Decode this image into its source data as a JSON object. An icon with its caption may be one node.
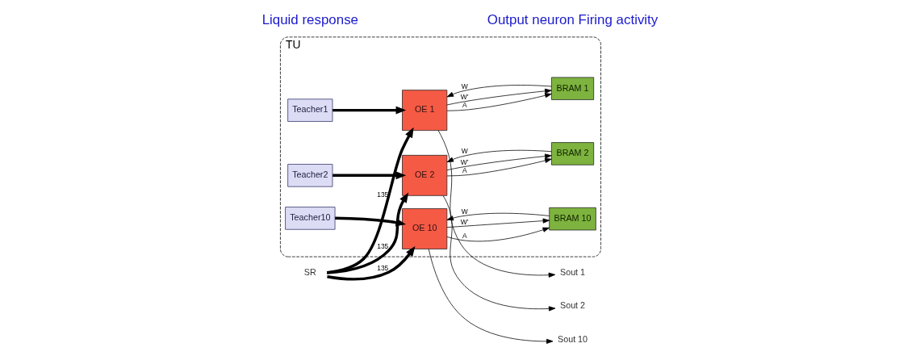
{
  "diagram": {
    "nodes": [
      {
        "text": [
          "TU"
        ]
      },
      {
        "text": [
          "Teacher1"
        ],
        "in": 0
      },
      {
        "text": [
          "OE 1"
        ],
        "in": 0
      },
      {
        "text": [
          "BRAM 1"
        ],
        "in": 0
      },
      {
        "text": [
          "Teacher2"
        ],
        "in": 0
      },
      {
        "text": [
          "OE 2"
        ],
        "in": 0
      },
      {
        "text": [
          "BRAM 2"
        ],
        "in": 0
      },
      {
        "text": [
          "Teacher10"
        ],
        "in": 0
      },
      {
        "text": [
          "OE 10"
        ],
        "in": 0
      },
      {
        "text": [
          "BRAM 10"
        ],
        "in": 0
      },
      {
        "text": [
          "SR"
        ]
      },
      {
        "text": [
          "Sout 1"
        ]
      },
      {
        "text": [
          "Sout 2"
        ]
      },
      {
        "text": [
          "Sout 10"
        ]
      }
    ],
    "edges": [
      {
        "from": 1,
        "to": 2,
        "arrow": "to",
        "style": "thick"
      },
      {
        "from": 10,
        "to": 2,
        "arrow": "to",
        "style": "thick",
        "label": "135"
      },
      {
        "from": 2,
        "to": 3,
        "arrow": "to",
        "label": "A"
      },
      {
        "from": 2,
        "to": 3,
        "arrow": "to",
        "label": "W’"
      },
      {
        "from": 3,
        "to": 2,
        "arrow": "to",
        "label": "W"
      },
      {
        "from": 2,
        "to": 11,
        "arrow": "to"
      },
      {
        "from": 4,
        "to": 5,
        "arrow": "to",
        "style": "thick"
      },
      {
        "from": 10,
        "to": 5,
        "arrow": "to",
        "style": "thick",
        "label": "135"
      },
      {
        "from": 5,
        "to": 6,
        "arrow": "to",
        "label": "A"
      },
      {
        "from": 5,
        "to": 6,
        "arrow": "to",
        "label": "W’"
      },
      {
        "from": 6,
        "to": 5,
        "arrow": "to",
        "label": "W"
      },
      {
        "from": 5,
        "to": 12,
        "arrow": "to"
      },
      {
        "from": 7,
        "to": 8,
        "arrow": "to",
        "style": "thick"
      },
      {
        "from": 10,
        "to": 8,
        "arrow": "to",
        "style": "thick",
        "label": "135"
      },
      {
        "from": 8,
        "to": 9,
        "arrow": "to",
        "label": "A"
      },
      {
        "from": 8,
        "to": 9,
        "arrow": "to",
        "label": "W’"
      },
      {
        "from": 9,
        "to": 8,
        "arrow": "to",
        "label": "W"
      },
      {
        "from": 8,
        "to": 13,
        "arrow": "to"
      }
    ],
    "labels": [
      "Liquid response",
      "Output neuron Firing activity"
    ]
  }
}
